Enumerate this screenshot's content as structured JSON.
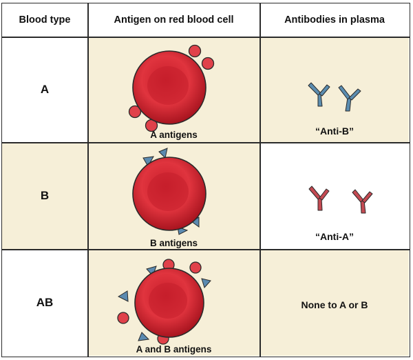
{
  "headers": {
    "blood_type": "Blood type",
    "antigen": "Antigen on red blood cell",
    "antibodies": "Antibodies in plasma"
  },
  "rows": [
    {
      "type": "A",
      "antigen_label": "A antigens",
      "antibody_label": "“Anti-B”",
      "antibody_color": "#5b8db0"
    },
    {
      "type": "B",
      "antigen_label": "B antigens",
      "antibody_label": "“Anti-A”",
      "antibody_color": "#c44a52"
    },
    {
      "type": "AB",
      "antigen_label": "A and B antigens",
      "antibody_label": "None to A or B"
    }
  ],
  "colors": {
    "cell_red": "#d92d37",
    "a_antigen": "#e0414a",
    "b_antigen": "#5b8ab0",
    "cream": "#f6efd8"
  }
}
